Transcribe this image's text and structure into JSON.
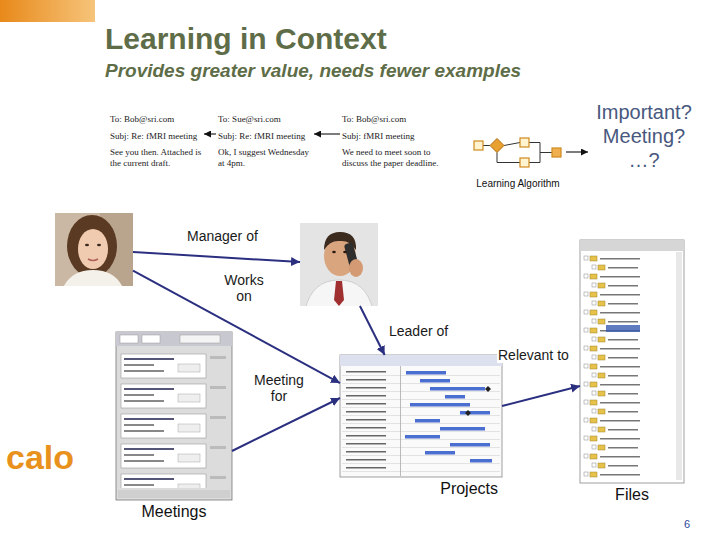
{
  "diagram": {
    "title": "Learning in Context",
    "nodes": [
      {
        "text": [
          "To: Bob@sri.com",
          "Subj: Re: fMRI meeting",
          "See you then. Attached is the current draft."
        ]
      },
      {
        "text": [
          "To: Sue@sri.com",
          "Subj: Re: fMRI meeting",
          "Ok, I suggest Wednesday at 4pm."
        ]
      },
      {
        "text": [
          "To: Bob@sri.com",
          "Subj: fMRI meeting",
          "We need to meet soon to discuss the paper deadline."
        ]
      },
      {
        "text": [
          "Learning Algorithm"
        ]
      },
      {
        "text": [
          "Important? Meeting? …?"
        ]
      },
      {
        "text": []
      },
      {
        "text": []
      },
      {
        "text": [
          "Meetings"
        ]
      },
      {
        "text": [
          "Projects"
        ]
      },
      {
        "text": [
          "Files"
        ]
      }
    ],
    "edges": [
      {
        "from": 1,
        "to": 0,
        "arrow": "to"
      },
      {
        "from": 2,
        "to": 1,
        "arrow": "to"
      },
      {
        "from": 3,
        "to": 4,
        "arrow": "to"
      },
      {
        "from": 5,
        "to": 6,
        "label": "Manager of",
        "arrow": "to"
      },
      {
        "from": 5,
        "to": 8,
        "label": "Works on",
        "arrow": "to"
      },
      {
        "from": 6,
        "to": 8,
        "label": "Leader of",
        "arrow": "to"
      },
      {
        "from": 8,
        "to": 9,
        "label": "Relevant to",
        "arrow": "to"
      },
      {
        "from": 7,
        "to": 8,
        "label": "Meeting for",
        "arrow": "to"
      }
    ],
    "labels": [
      "Provides greater value, needs fewer examples",
      "calo",
      "6"
    ]
  }
}
